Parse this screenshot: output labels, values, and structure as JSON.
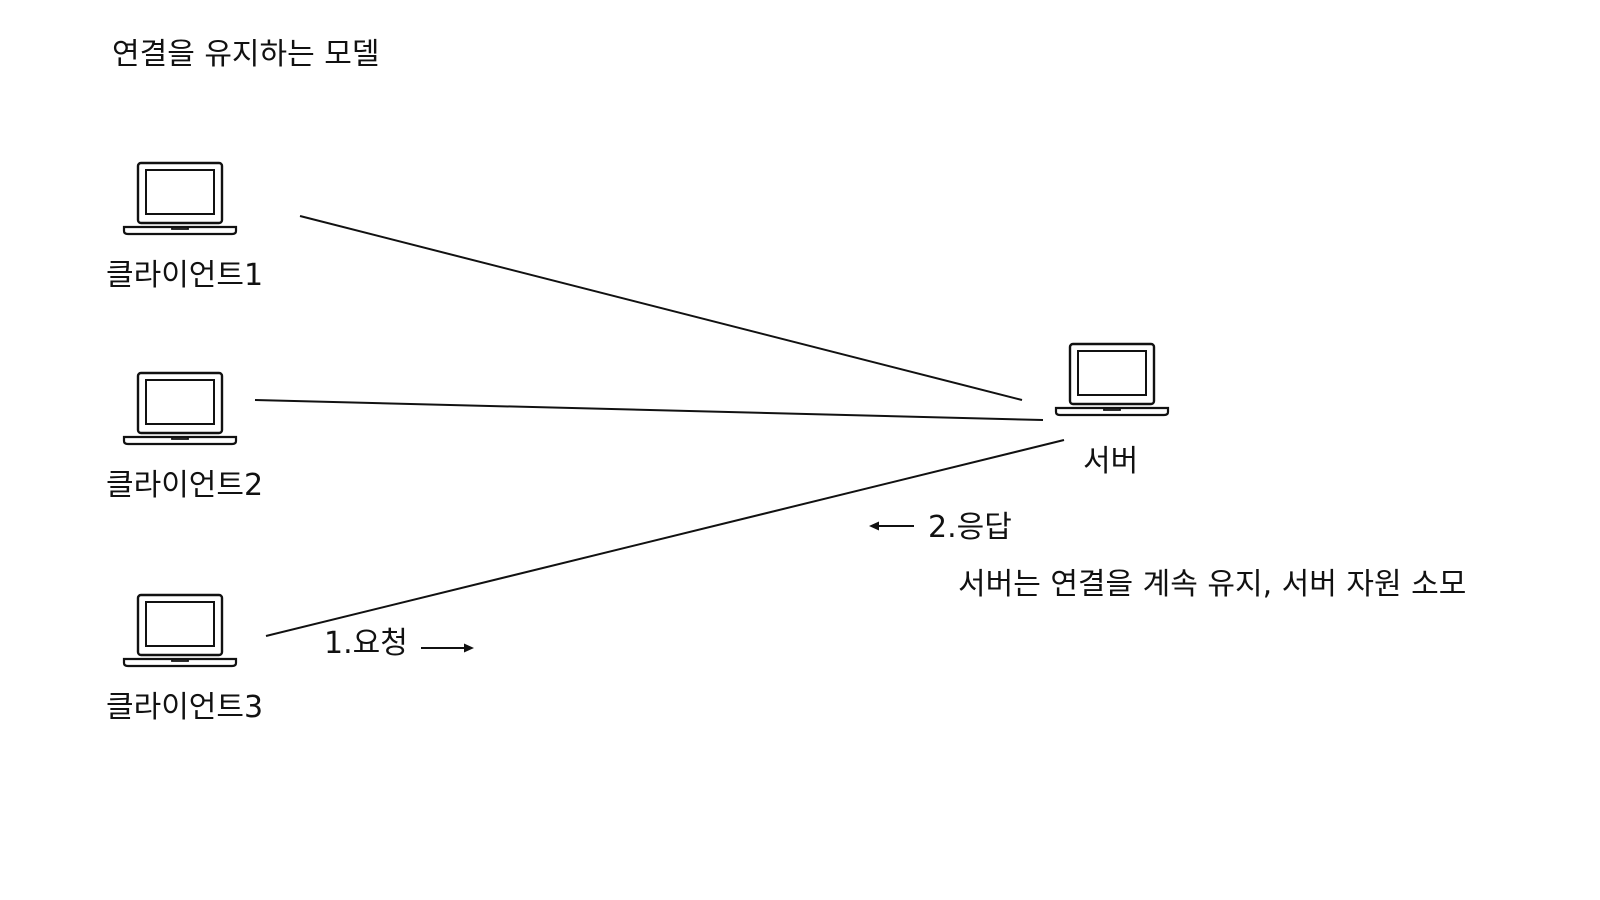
{
  "title": "연결을 유지하는 모델",
  "nodes": {
    "client1": {
      "label": "클라이언트1",
      "icon": "laptop-icon"
    },
    "client2": {
      "label": "클라이언트2",
      "icon": "laptop-icon"
    },
    "client3": {
      "label": "클라이언트3",
      "icon": "laptop-icon"
    },
    "server": {
      "label": "서버",
      "icon": "laptop-icon"
    }
  },
  "edges": [
    {
      "from": "client1",
      "to": "server"
    },
    {
      "from": "client2",
      "to": "server"
    },
    {
      "from": "client3",
      "to": "server"
    }
  ],
  "annotations": {
    "request": "1.요청",
    "response": "2.응답",
    "note": "서버는 연결을 계속 유지, 서버 자원 소모"
  },
  "colors": {
    "stroke": "#111111",
    "background": "#ffffff"
  }
}
